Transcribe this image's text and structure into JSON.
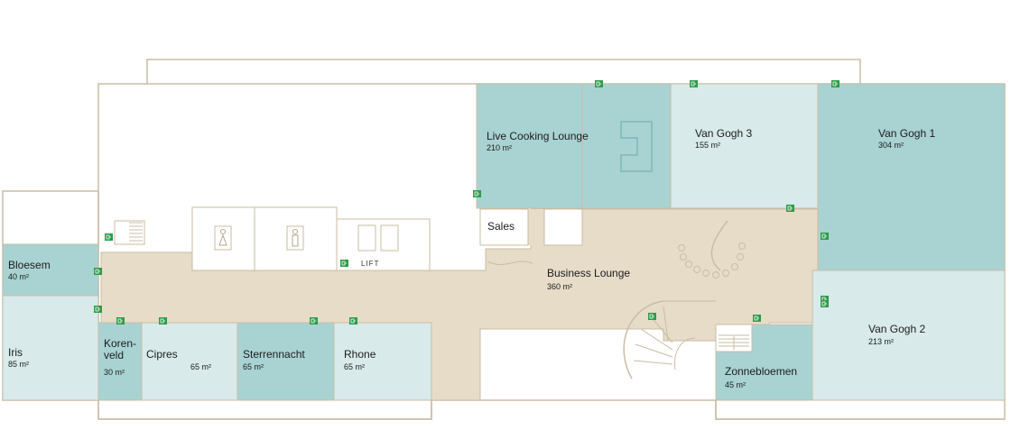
{
  "colors": {
    "dark_teal": "#a9d2d2",
    "light_teal": "#d8eaea",
    "lounge": "#e6dcc8",
    "wall": "#c9bda6",
    "exit_green": "#2e9c4a"
  },
  "rooms": {
    "live_cooking": {
      "name": "Live Cooking Lounge",
      "area": "210 m²"
    },
    "van_gogh_3": {
      "name": "Van Gogh 3",
      "area": "155 m²"
    },
    "van_gogh_1": {
      "name": "Van Gogh 1",
      "area": "304 m²"
    },
    "van_gogh_2": {
      "name": "Van Gogh 2",
      "area": "213 m²"
    },
    "sales": {
      "name": "Sales"
    },
    "business_lounge": {
      "name": "Business Lounge",
      "area": "360 m²"
    },
    "bloesem": {
      "name": "Bloesem",
      "area": "40 m²"
    },
    "iris": {
      "name": "Iris",
      "area": "85 m²"
    },
    "korenveld": {
      "name_line1": "Koren-",
      "name_line2": "veld",
      "area": "30 m²"
    },
    "cipres": {
      "name": "Cipres",
      "area": "65 m²"
    },
    "sterrennacht": {
      "name": "Sterrennacht",
      "area": "65 m²"
    },
    "rhone": {
      "name": "Rhone",
      "area": "65 m²"
    },
    "zonnebloemen": {
      "name": "Zonnebloemen",
      "area": "45 m²"
    }
  },
  "facilities": {
    "lift_label": "LIFT",
    "restroom_women_icon": "female-person-icon",
    "restroom_men_icon": "male-person-icon",
    "exit_icon": "emergency-exit-icon"
  }
}
